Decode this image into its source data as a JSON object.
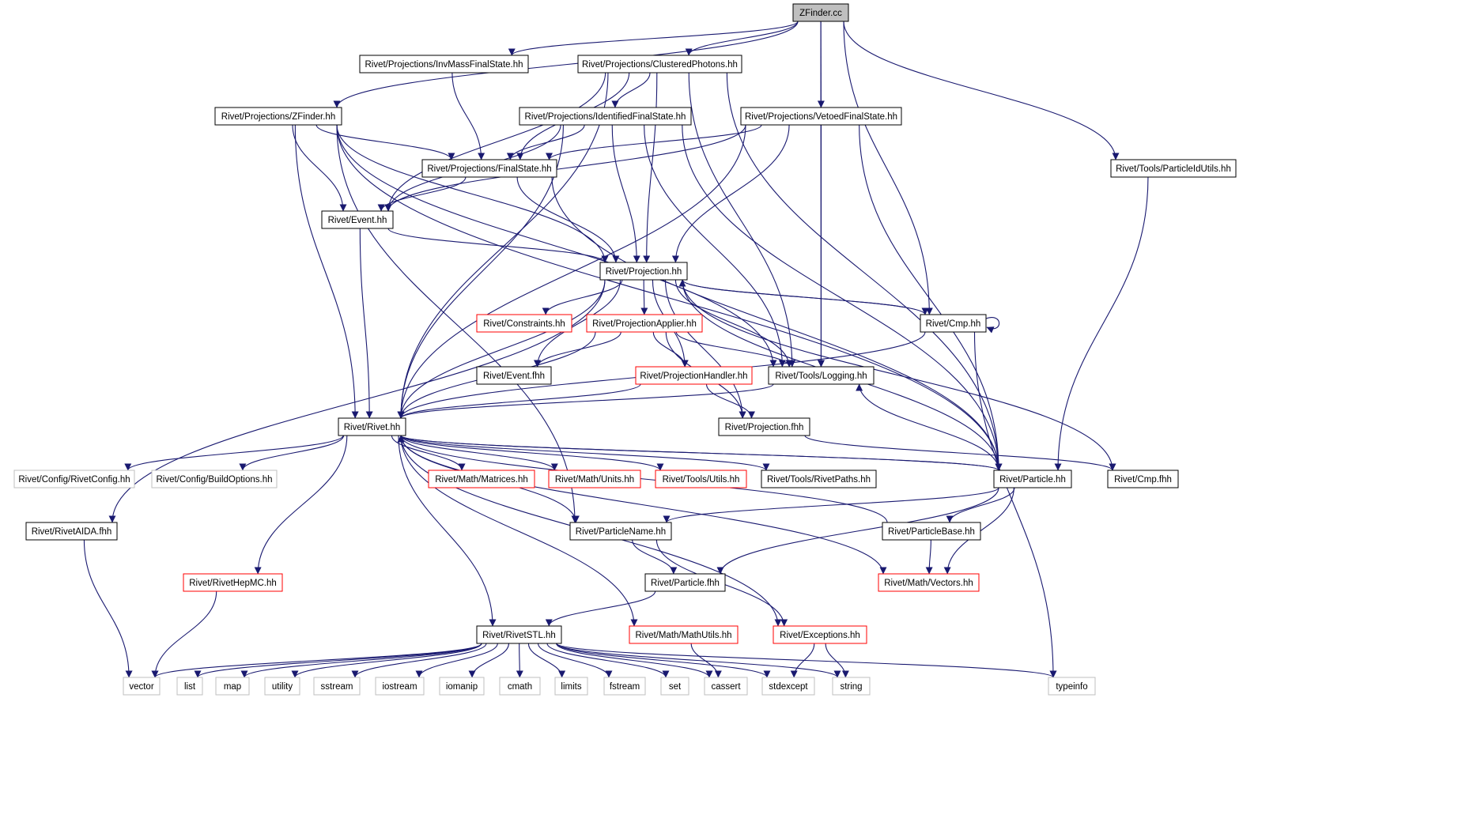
{
  "colors": {
    "edge": "#191970",
    "border_default": "#000000",
    "border_undocumented": "#ff0000",
    "border_external": "#bfbfbf",
    "root_fill": "#bfbfbf",
    "text": "#000000"
  },
  "graph": {
    "nodes": [
      {
        "id": "zfinder_cc",
        "label": "ZFinder.cc",
        "kind": "root"
      },
      {
        "id": "invmass",
        "label": "Rivet/Projections/InvMassFinalState.hh",
        "kind": "default"
      },
      {
        "id": "clustered",
        "label": "Rivet/Projections/ClusteredPhotons.hh",
        "kind": "default"
      },
      {
        "id": "zfinder_hh",
        "label": "Rivet/Projections/ZFinder.hh",
        "kind": "default"
      },
      {
        "id": "identified",
        "label": "Rivet/Projections/IdentifiedFinalState.hh",
        "kind": "default"
      },
      {
        "id": "vetoed",
        "label": "Rivet/Projections/VetoedFinalState.hh",
        "kind": "default"
      },
      {
        "id": "particleidutils",
        "label": "Rivet/Tools/ParticleIdUtils.hh",
        "kind": "default"
      },
      {
        "id": "finalstate",
        "label": "Rivet/Projections/FinalState.hh",
        "kind": "default"
      },
      {
        "id": "event_hh",
        "label": "Rivet/Event.hh",
        "kind": "default"
      },
      {
        "id": "projection_hh",
        "label": "Rivet/Projection.hh",
        "kind": "default"
      },
      {
        "id": "constraints",
        "label": "Rivet/Constraints.hh",
        "kind": "undocumented"
      },
      {
        "id": "projapplier",
        "label": "Rivet/ProjectionApplier.hh",
        "kind": "undocumented"
      },
      {
        "id": "cmp_hh",
        "label": "Rivet/Cmp.hh",
        "kind": "default"
      },
      {
        "id": "event_fhh",
        "label": "Rivet/Event.fhh",
        "kind": "default"
      },
      {
        "id": "projhandler",
        "label": "Rivet/ProjectionHandler.hh",
        "kind": "undocumented"
      },
      {
        "id": "logging",
        "label": "Rivet/Tools/Logging.hh",
        "kind": "default"
      },
      {
        "id": "rivet_hh",
        "label": "Rivet/Rivet.hh",
        "kind": "default"
      },
      {
        "id": "projection_fhh",
        "label": "Rivet/Projection.fhh",
        "kind": "default"
      },
      {
        "id": "rivetconfig",
        "label": "Rivet/Config/RivetConfig.hh",
        "kind": "external"
      },
      {
        "id": "buildoptions",
        "label": "Rivet/Config/BuildOptions.hh",
        "kind": "external"
      },
      {
        "id": "matrices",
        "label": "Rivet/Math/Matrices.hh",
        "kind": "undocumented"
      },
      {
        "id": "units",
        "label": "Rivet/Math/Units.hh",
        "kind": "undocumented"
      },
      {
        "id": "utils",
        "label": "Rivet/Tools/Utils.hh",
        "kind": "undocumented"
      },
      {
        "id": "rivetpaths",
        "label": "Rivet/Tools/RivetPaths.hh",
        "kind": "default"
      },
      {
        "id": "particle_hh",
        "label": "Rivet/Particle.hh",
        "kind": "default"
      },
      {
        "id": "cmp_fhh",
        "label": "Rivet/Cmp.fhh",
        "kind": "default"
      },
      {
        "id": "rivetaida",
        "label": "Rivet/RivetAIDA.fhh",
        "kind": "default"
      },
      {
        "id": "particlename",
        "label": "Rivet/ParticleName.hh",
        "kind": "default"
      },
      {
        "id": "particlebase",
        "label": "Rivet/ParticleBase.hh",
        "kind": "default"
      },
      {
        "id": "rivethepmc",
        "label": "Rivet/RivetHepMC.hh",
        "kind": "undocumented"
      },
      {
        "id": "particle_fhh",
        "label": "Rivet/Particle.fhh",
        "kind": "default"
      },
      {
        "id": "vectors",
        "label": "Rivet/Math/Vectors.hh",
        "kind": "undocumented"
      },
      {
        "id": "rivetstl",
        "label": "Rivet/RivetSTL.hh",
        "kind": "default"
      },
      {
        "id": "mathutils",
        "label": "Rivet/Math/MathUtils.hh",
        "kind": "undocumented"
      },
      {
        "id": "exceptions",
        "label": "Rivet/Exceptions.hh",
        "kind": "undocumented"
      },
      {
        "id": "vector",
        "label": "vector",
        "kind": "external"
      },
      {
        "id": "list",
        "label": "list",
        "kind": "external"
      },
      {
        "id": "map",
        "label": "map",
        "kind": "external"
      },
      {
        "id": "utility",
        "label": "utility",
        "kind": "external"
      },
      {
        "id": "sstream",
        "label": "sstream",
        "kind": "external"
      },
      {
        "id": "iostream",
        "label": "iostream",
        "kind": "external"
      },
      {
        "id": "iomanip",
        "label": "iomanip",
        "kind": "external"
      },
      {
        "id": "cmath",
        "label": "cmath",
        "kind": "external"
      },
      {
        "id": "limits",
        "label": "limits",
        "kind": "external"
      },
      {
        "id": "fstream",
        "label": "fstream",
        "kind": "external"
      },
      {
        "id": "set",
        "label": "set",
        "kind": "external"
      },
      {
        "id": "cassert",
        "label": "cassert",
        "kind": "external"
      },
      {
        "id": "stdexcept",
        "label": "stdexcept",
        "kind": "external"
      },
      {
        "id": "string",
        "label": "string",
        "kind": "external"
      },
      {
        "id": "typeinfo",
        "label": "typeinfo",
        "kind": "external"
      }
    ],
    "edges": [
      [
        "zfinder_cc",
        "invmass"
      ],
      [
        "zfinder_cc",
        "clustered"
      ],
      [
        "zfinder_cc",
        "zfinder_hh"
      ],
      [
        "zfinder_cc",
        "vetoed"
      ],
      [
        "zfinder_cc",
        "particleidutils"
      ],
      [
        "zfinder_cc",
        "cmp_hh"
      ],
      [
        "zfinder_cc",
        "logging"
      ],
      [
        "invmass",
        "finalstate"
      ],
      [
        "clustered",
        "identified"
      ],
      [
        "clustered",
        "finalstate"
      ],
      [
        "clustered",
        "event_hh"
      ],
      [
        "clustered",
        "projection_hh"
      ],
      [
        "clustered",
        "logging"
      ],
      [
        "clustered",
        "particle_hh"
      ],
      [
        "clustered",
        "rivet_hh"
      ],
      [
        "zfinder_hh",
        "finalstate"
      ],
      [
        "zfinder_hh",
        "event_hh"
      ],
      [
        "zfinder_hh",
        "projection_hh"
      ],
      [
        "zfinder_hh",
        "rivet_hh"
      ],
      [
        "zfinder_hh",
        "logging"
      ],
      [
        "zfinder_hh",
        "particle_hh"
      ],
      [
        "zfinder_hh",
        "particlename"
      ],
      [
        "identified",
        "finalstate"
      ],
      [
        "identified",
        "event_hh"
      ],
      [
        "identified",
        "projection_hh"
      ],
      [
        "identified",
        "logging"
      ],
      [
        "identified",
        "particle_hh"
      ],
      [
        "identified",
        "rivet_hh"
      ],
      [
        "vetoed",
        "finalstate"
      ],
      [
        "vetoed",
        "event_hh"
      ],
      [
        "vetoed",
        "projection_hh"
      ],
      [
        "vetoed",
        "logging"
      ],
      [
        "vetoed",
        "particle_hh"
      ],
      [
        "vetoed",
        "rivet_hh"
      ],
      [
        "particleidutils",
        "particle_hh"
      ],
      [
        "finalstate",
        "event_hh"
      ],
      [
        "finalstate",
        "projection_hh"
      ],
      [
        "finalstate",
        "particle_hh"
      ],
      [
        "event_hh",
        "projection_hh"
      ],
      [
        "event_hh",
        "rivet_hh"
      ],
      [
        "projection_hh",
        "constraints"
      ],
      [
        "projection_hh",
        "projapplier"
      ],
      [
        "projection_hh",
        "projhandler"
      ],
      [
        "projection_hh",
        "logging"
      ],
      [
        "projection_hh",
        "rivet_hh"
      ],
      [
        "projection_hh",
        "event_fhh"
      ],
      [
        "projection_hh",
        "cmp_hh"
      ],
      [
        "projection_hh",
        "cmp_fhh"
      ],
      [
        "projection_hh",
        "projection_fhh"
      ],
      [
        "projection_hh",
        "particle_hh"
      ],
      [
        "projection_hh",
        "rivetaida"
      ],
      [
        "projapplier",
        "event_fhh"
      ],
      [
        "projapplier",
        "projhandler"
      ],
      [
        "projapplier",
        "logging"
      ],
      [
        "projapplier",
        "rivet_hh"
      ],
      [
        "projapplier",
        "projection_fhh"
      ],
      [
        "projhandler",
        "rivet_hh"
      ],
      [
        "projhandler",
        "projection_fhh"
      ],
      [
        "cmp_hh",
        "projection_hh"
      ],
      [
        "cmp_hh",
        "cmp_hh"
      ],
      [
        "cmp_hh",
        "rivet_hh"
      ],
      [
        "cmp_hh",
        "typeinfo"
      ],
      [
        "logging",
        "rivet_hh"
      ],
      [
        "rivet_hh",
        "rivetconfig"
      ],
      [
        "rivet_hh",
        "buildoptions"
      ],
      [
        "rivet_hh",
        "matrices"
      ],
      [
        "rivet_hh",
        "units"
      ],
      [
        "rivet_hh",
        "utils"
      ],
      [
        "rivet_hh",
        "rivetpaths"
      ],
      [
        "rivet_hh",
        "particle_hh"
      ],
      [
        "rivet_hh",
        "particlename"
      ],
      [
        "rivet_hh",
        "rivethepmc"
      ],
      [
        "rivet_hh",
        "rivetstl"
      ],
      [
        "rivet_hh",
        "mathutils"
      ],
      [
        "rivet_hh",
        "exceptions"
      ],
      [
        "rivet_hh",
        "vectors"
      ],
      [
        "projection_fhh",
        "cmp_fhh"
      ],
      [
        "particle_hh",
        "rivet_hh"
      ],
      [
        "particle_hh",
        "logging"
      ],
      [
        "particle_hh",
        "particlename"
      ],
      [
        "particle_hh",
        "particlebase"
      ],
      [
        "particle_hh",
        "particle_fhh"
      ],
      [
        "particle_hh",
        "vectors"
      ],
      [
        "particlebase",
        "rivet_hh"
      ],
      [
        "particlebase",
        "vectors"
      ],
      [
        "particlename",
        "particle_fhh"
      ],
      [
        "particlename",
        "exceptions"
      ],
      [
        "particle_fhh",
        "rivetstl"
      ],
      [
        "rivetaida",
        "vector"
      ],
      [
        "rivethepmc",
        "vector"
      ],
      [
        "rivetstl",
        "vector"
      ],
      [
        "rivetstl",
        "list"
      ],
      [
        "rivetstl",
        "map"
      ],
      [
        "rivetstl",
        "utility"
      ],
      [
        "rivetstl",
        "sstream"
      ],
      [
        "rivetstl",
        "iostream"
      ],
      [
        "rivetstl",
        "iomanip"
      ],
      [
        "rivetstl",
        "cmath"
      ],
      [
        "rivetstl",
        "limits"
      ],
      [
        "rivetstl",
        "fstream"
      ],
      [
        "rivetstl",
        "set"
      ],
      [
        "rivetstl",
        "cassert"
      ],
      [
        "rivetstl",
        "stdexcept"
      ],
      [
        "rivetstl",
        "string"
      ],
      [
        "rivetstl",
        "typeinfo"
      ],
      [
        "mathutils",
        "cassert"
      ],
      [
        "exceptions",
        "stdexcept"
      ],
      [
        "exceptions",
        "string"
      ]
    ]
  }
}
